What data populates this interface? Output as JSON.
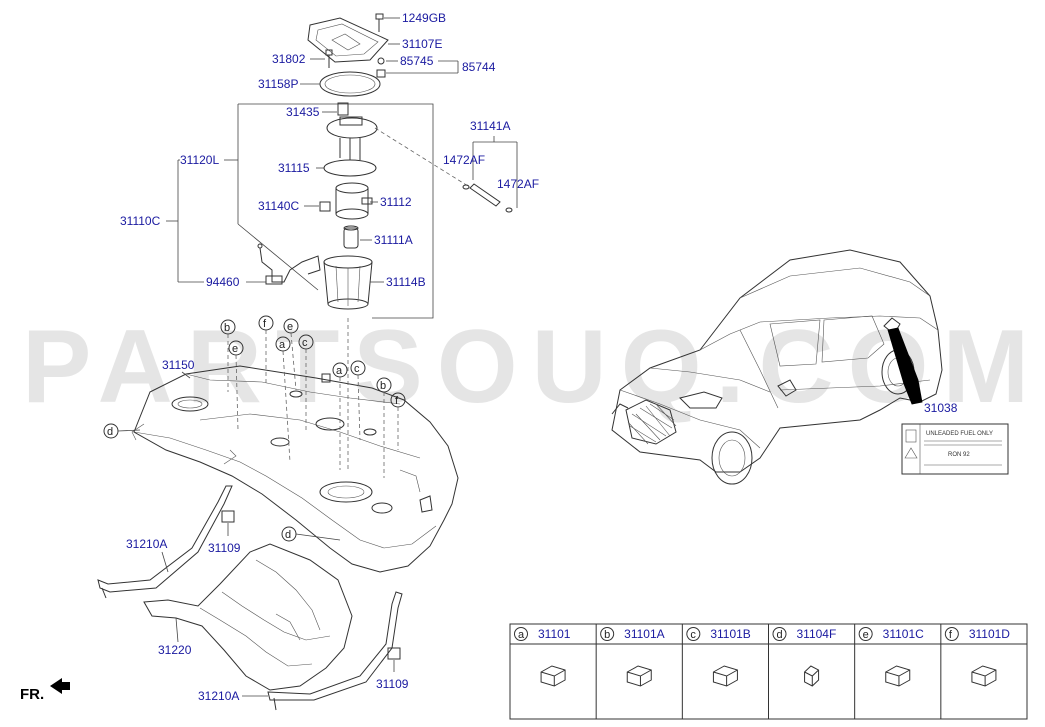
{
  "watermark": "PARTSOUQ.COM",
  "direction_label": "FR.",
  "part_numbers": {
    "p1249GB": "1249GB",
    "p31107E": "31107E",
    "p31802": "31802",
    "p85745": "85745",
    "p85744": "85744",
    "p31158P": "31158P",
    "p31435": "31435",
    "p31141A": "31141A",
    "p31120L": "31120L",
    "p1472AF_a": "1472AF",
    "p1472AF_b": "1472AF",
    "p31115": "31115",
    "p31110C": "31110C",
    "p31140C": "31140C",
    "p31112": "31112",
    "p31111A": "31111A",
    "p94460": "94460",
    "p31114B": "31114B",
    "p31150": "31150",
    "p31210A_a": "31210A",
    "p31109_a": "31109",
    "p31220": "31220",
    "p31109_b": "31109",
    "p31210A_b": "31210A",
    "p31038": "31038"
  },
  "callouts": {
    "b1": "b",
    "f1": "f",
    "e1": "e",
    "e2": "e",
    "a1": "a",
    "c1": "c",
    "a2": "a",
    "c2": "c",
    "b2": "b",
    "f2": "f",
    "d1": "d",
    "d2": "d"
  },
  "fuel_label": {
    "line1": "UNLEADED FUEL ONLY",
    "line2": "RON 92"
  },
  "legend": [
    {
      "letter": "a",
      "part": "31101"
    },
    {
      "letter": "b",
      "part": "31101A"
    },
    {
      "letter": "c",
      "part": "31101B"
    },
    {
      "letter": "d",
      "part": "31104F"
    },
    {
      "letter": "e",
      "part": "31101C"
    },
    {
      "letter": "f",
      "part": "31101D"
    }
  ]
}
